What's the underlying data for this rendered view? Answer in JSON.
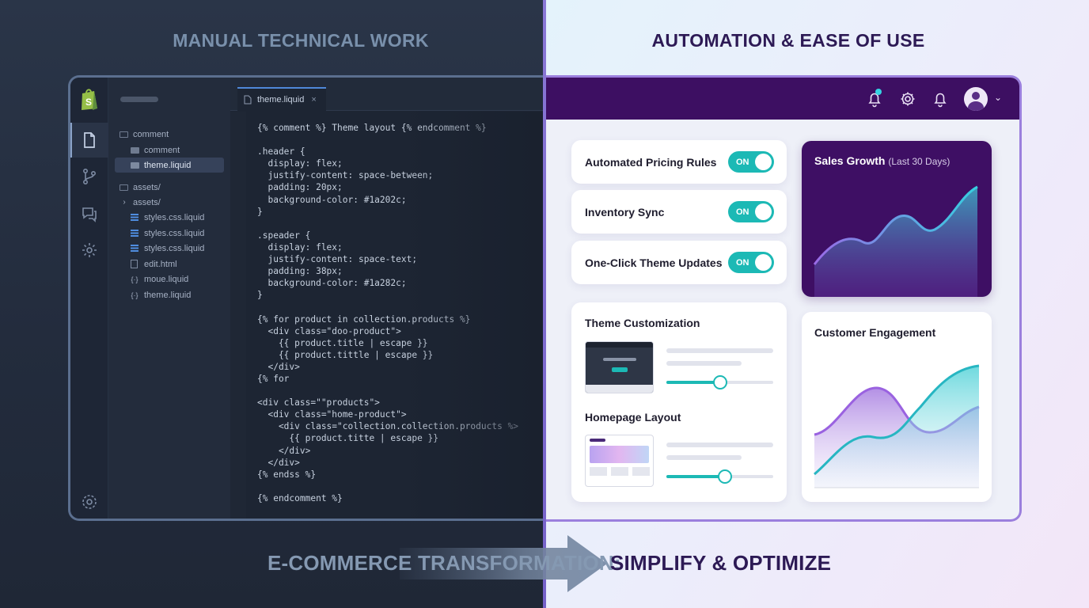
{
  "headings": {
    "left": "MANUAL TECHNICAL WORK",
    "right": "AUTOMATION & EASE OF USE"
  },
  "editor": {
    "tab": {
      "label": "theme.liquid",
      "close": "×"
    },
    "tree": [
      {
        "label": "comment",
        "kind": "folder-open"
      },
      {
        "label": "comment",
        "kind": "folder"
      },
      {
        "label": "theme.liquid",
        "kind": "folder",
        "selected": true
      },
      {
        "label": "assets/",
        "kind": "folder-open"
      },
      {
        "label": "assets/",
        "kind": "chevron"
      },
      {
        "label": "styles.css.liquid",
        "kind": "lines"
      },
      {
        "label": "styles.css.liquid",
        "kind": "lines"
      },
      {
        "label": "styles.css.liquid",
        "kind": "lines"
      },
      {
        "label": "edit.html",
        "kind": "file"
      },
      {
        "label": "moue.liquid",
        "kind": "braces"
      },
      {
        "label": "theme.liquid",
        "kind": "braces"
      }
    ],
    "code": [
      "{% comment %} Theme layout {% endcomment %}",
      "",
      ".header {",
      "  display: flex;",
      "  justify-content: space-between;",
      "  padding: 20px;",
      "  background-color: #1a202c;",
      "}",
      "",
      ".speader {",
      "  display: flex;",
      "  justify-content: space-text;",
      "  padding: 38px;",
      "  background-color: #1a282c;",
      "}",
      "",
      "{% for product in collection.products %}",
      "  <div class=\"doo-product\">",
      "    {{ product.title | escape }}",
      "    {{ product.tittle | escape }}",
      "  </div>",
      "{% for",
      "",
      "<div class=\"\"products\">",
      "  <div class=\"home-product\">",
      "    <div class=\"collection.collection.products %>",
      "      {{ product.titte | escape }}",
      "    </div>",
      "  </div>",
      "{% endss %}",
      "",
      "{% endcomment %}"
    ]
  },
  "dashboard": {
    "toggles": [
      {
        "label": "Automated Pricing Rules",
        "state": "ON"
      },
      {
        "label": "Inventory Sync",
        "state": "ON"
      },
      {
        "label": "One-Click Theme Updates",
        "state": "ON"
      }
    ],
    "customization": {
      "title": "Theme Customization",
      "layout_title": "Homepage Layout",
      "slider1": 0.5,
      "slider2": 0.55
    },
    "sales": {
      "title": "Sales Growth",
      "subtitle": "(Last 30 Days)"
    },
    "engagement": {
      "title": "Customer Engagement"
    }
  },
  "banner": {
    "left": "E-COMMERCE TRANSFORMATION:",
    "right": "SIMPLIFY & OPTIMIZE"
  },
  "colors": {
    "accent_teal": "#1cb9b5",
    "brand_purple": "#3e0f64",
    "editor_bg": "#1d2533"
  }
}
